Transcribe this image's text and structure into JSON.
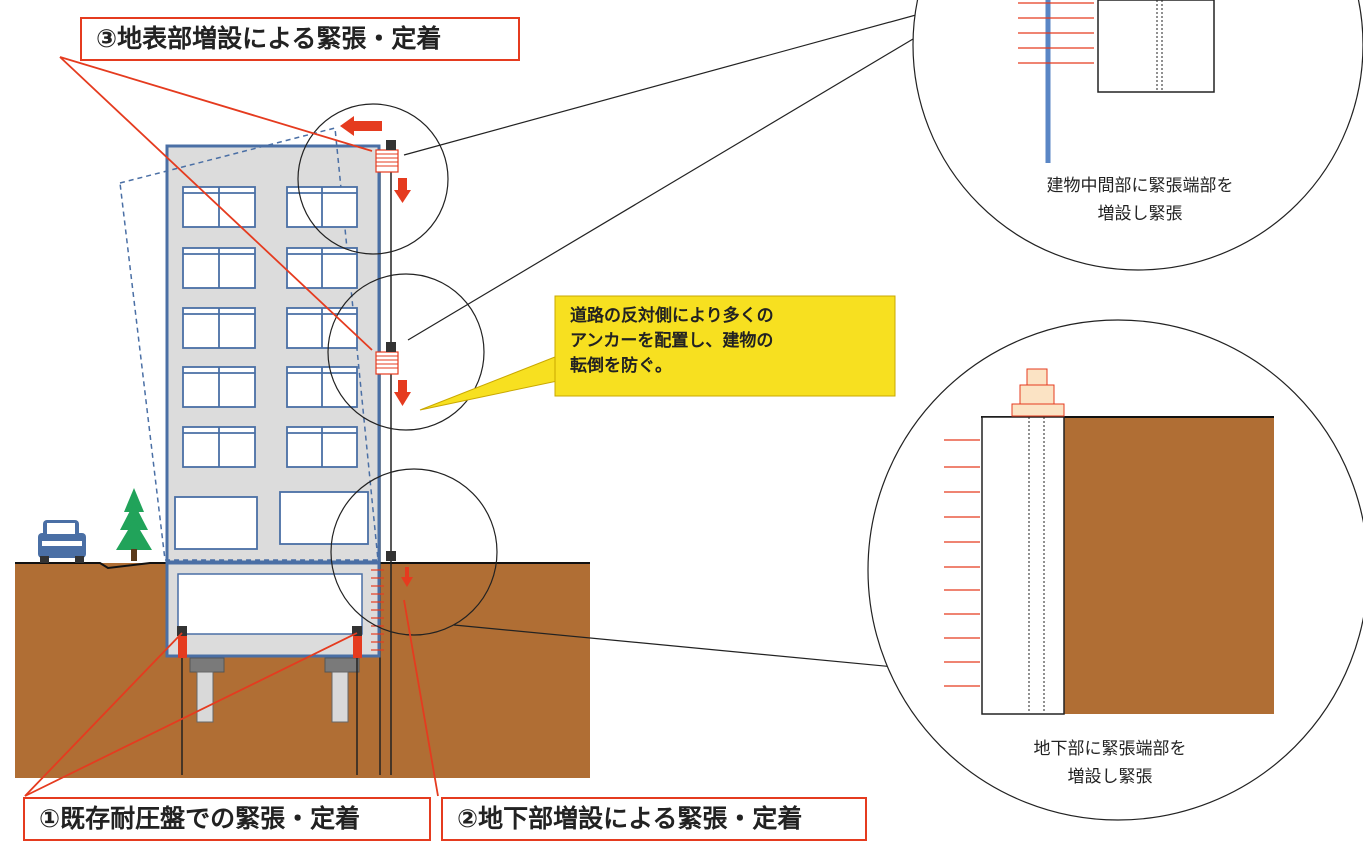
{
  "labels": {
    "method3": "③地表部増設による緊張・定着",
    "method1": "①既存耐圧盤での緊張・定着",
    "method2": "②地下部増設による緊張・定着"
  },
  "callout": {
    "line1": "道路の反対側により多くの",
    "line2": "アンカーを配置し、建物の",
    "line3": "転倒を防ぐ。"
  },
  "detail_upper": {
    "line1": "建物中間部に緊張端部を",
    "line2": "増設し緊張"
  },
  "detail_lower": {
    "line1": "地下部に緊張端部を",
    "line2": "増設し緊張"
  },
  "colors": {
    "soil": "#b06e34",
    "building_fill": "#dcdcdc",
    "building_edge": "#4a6fa5",
    "anchor_red": "#e53b1f",
    "tree_green": "#21a35a",
    "callout_yellow": "#f7e020",
    "tendon_blue": "#5a86c5"
  },
  "icons": [
    "car-icon",
    "tree-icon",
    "left-arrow-icon",
    "down-arrow-icon",
    "anchor-head-icon"
  ]
}
